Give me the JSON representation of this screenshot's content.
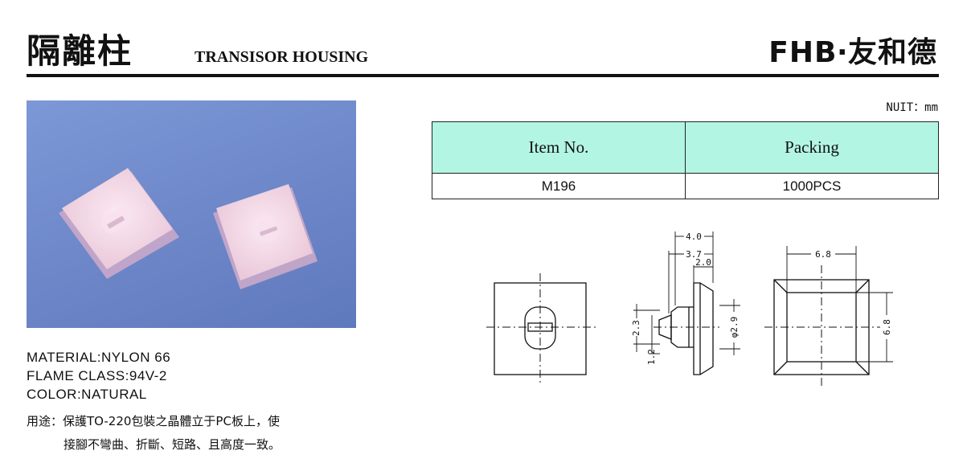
{
  "header": {
    "title_cn": "隔離柱",
    "title_en": "TRANSISOR HOUSING",
    "brand": "FHB‧友和德"
  },
  "unit_label": "NUIT：mm",
  "table": {
    "headers": [
      "Item No.",
      "Packing"
    ],
    "rows": [
      [
        "M196",
        "1000PCS"
      ]
    ]
  },
  "specs": {
    "material": "MATERIAL:NYLON 66",
    "flame_class": "FLAME CLASS:94V-2",
    "color": "COLOR:NATURAL"
  },
  "usage": {
    "line1": "用途：保護TO-220包裝之晶體立于PC板上，使",
    "line2": "接腳不彎曲、折斷、短路、且高度一致。"
  },
  "drawing": {
    "dim_4_0": "4.0",
    "dim_3_7": "3.7",
    "dim_2_0": "2.0",
    "dim_2_3": "2.3",
    "dim_1_2": "1.2",
    "dim_phi_2_9": "φ2.9",
    "dim_6_8_w": "6.8",
    "dim_6_8_h": "6.8"
  },
  "colors": {
    "table_header_bg": "#b3f5e3",
    "photo_bg": "#6c86c8"
  }
}
